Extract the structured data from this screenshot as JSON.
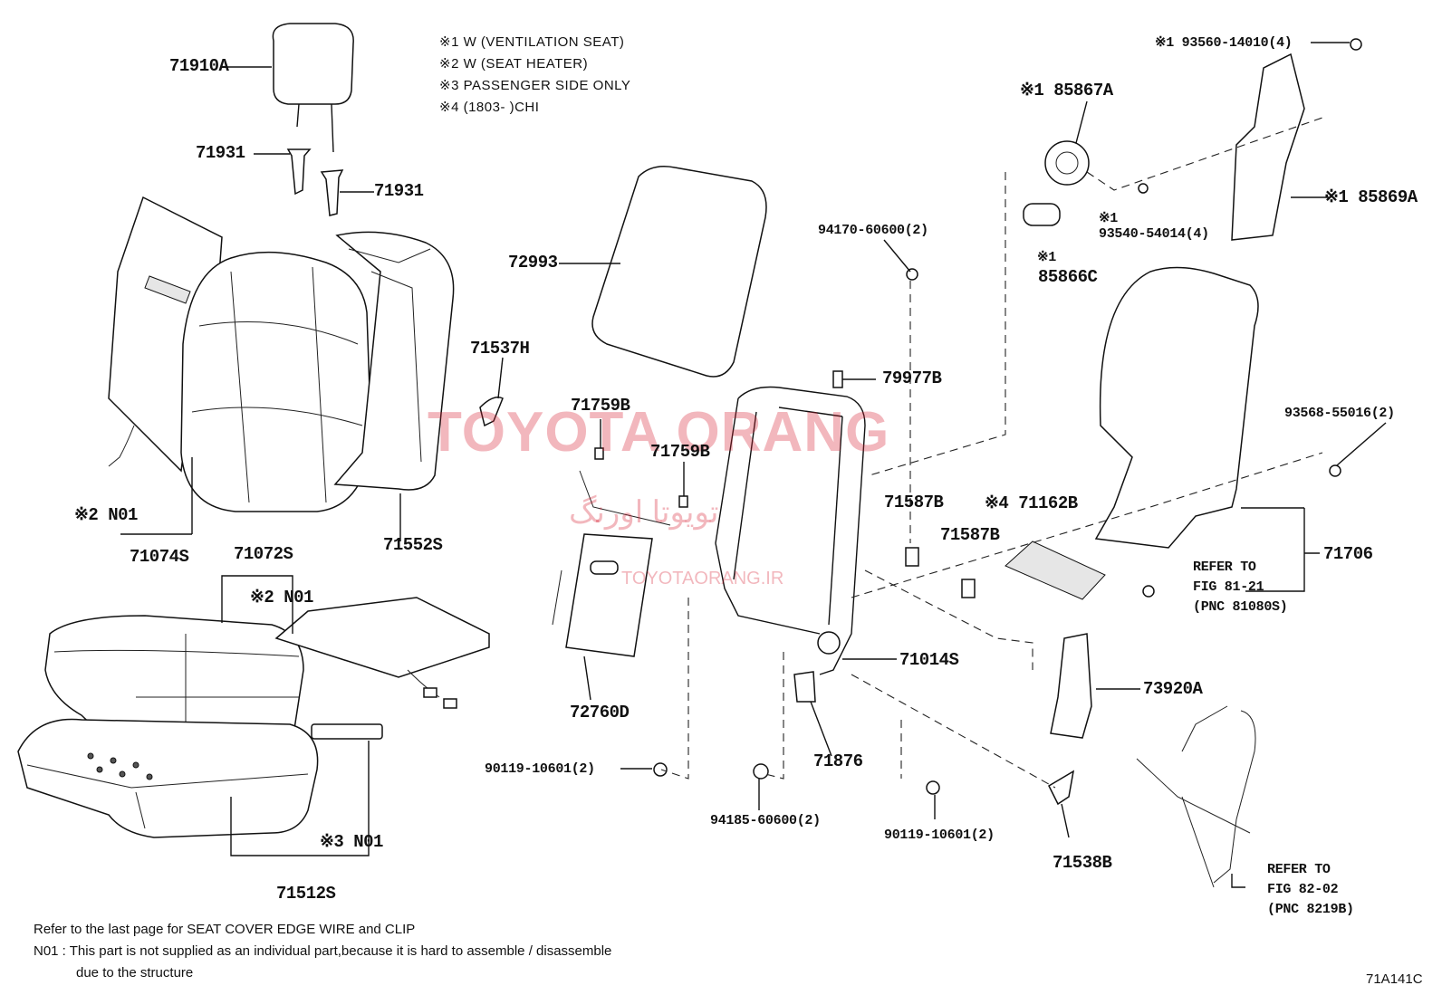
{
  "notes": [
    "※1  W (VENTILATION  SEAT)",
    "※2  W (SEAT  HEATER)",
    "※3  PASSENGER SIDE ONLY",
    "※4  (1803-       )CHI"
  ],
  "labels": {
    "l71910A": "71910A",
    "l71931a": "71931",
    "l71931b": "71931",
    "l72993": "72993",
    "l71537H": "71537H",
    "l71759Ba": "71759B",
    "l71759Bb": "71759B",
    "l94170": "94170-60600(2)",
    "l79977B": "79977B",
    "l71587Ba": "71587B",
    "l71587Bb": "71587B",
    "l71162B": "※4 71162B",
    "l93560": "※1 93560-14010(4)",
    "l85867A": "※1 85867A",
    "l85869A": "※1 85869A",
    "l93540a": "※1",
    "l93540b": "93540-54014(4)",
    "l85866Ca": "※1",
    "l85866Cb": "85866C",
    "l93568": "93568-55016(2)",
    "l71706": "71706",
    "refer1a": "REFER TO",
    "refer1b": "FIG 81-21",
    "refer1c": "(PNC 81080S)",
    "l71014S": "71014S",
    "l73920A": "73920A",
    "l71876": "71876",
    "l72760D": "72760D",
    "l90119a": "90119-10601(2)",
    "l94185": "94185-60600(2)",
    "l90119b": "90119-10601(2)",
    "l71538B": "71538B",
    "refer2a": "REFER TO",
    "refer2b": "FIG 82-02",
    "refer2c": "(PNC 8219B)",
    "l71074S": "71074S",
    "l71552S": "71552S",
    "lN01a": "※2 N01",
    "l71072S": "71072S",
    "lN01b": "※2 N01",
    "lN01c": "※3 N01",
    "l71512S": "71512S"
  },
  "footer": {
    "line1": "Refer to the last page for SEAT COVER EDGE WIRE and CLIP",
    "line2": "N01 : This part is not supplied as an individual part,because it is hard to assemble / disassemble",
    "line3": "due to the structure"
  },
  "figure_code": "71A141C",
  "watermark": {
    "main": "TOYOTA ORANG",
    "persian": "تویوتا اورنگ",
    "url": "TOYOTAORANG.IR"
  }
}
